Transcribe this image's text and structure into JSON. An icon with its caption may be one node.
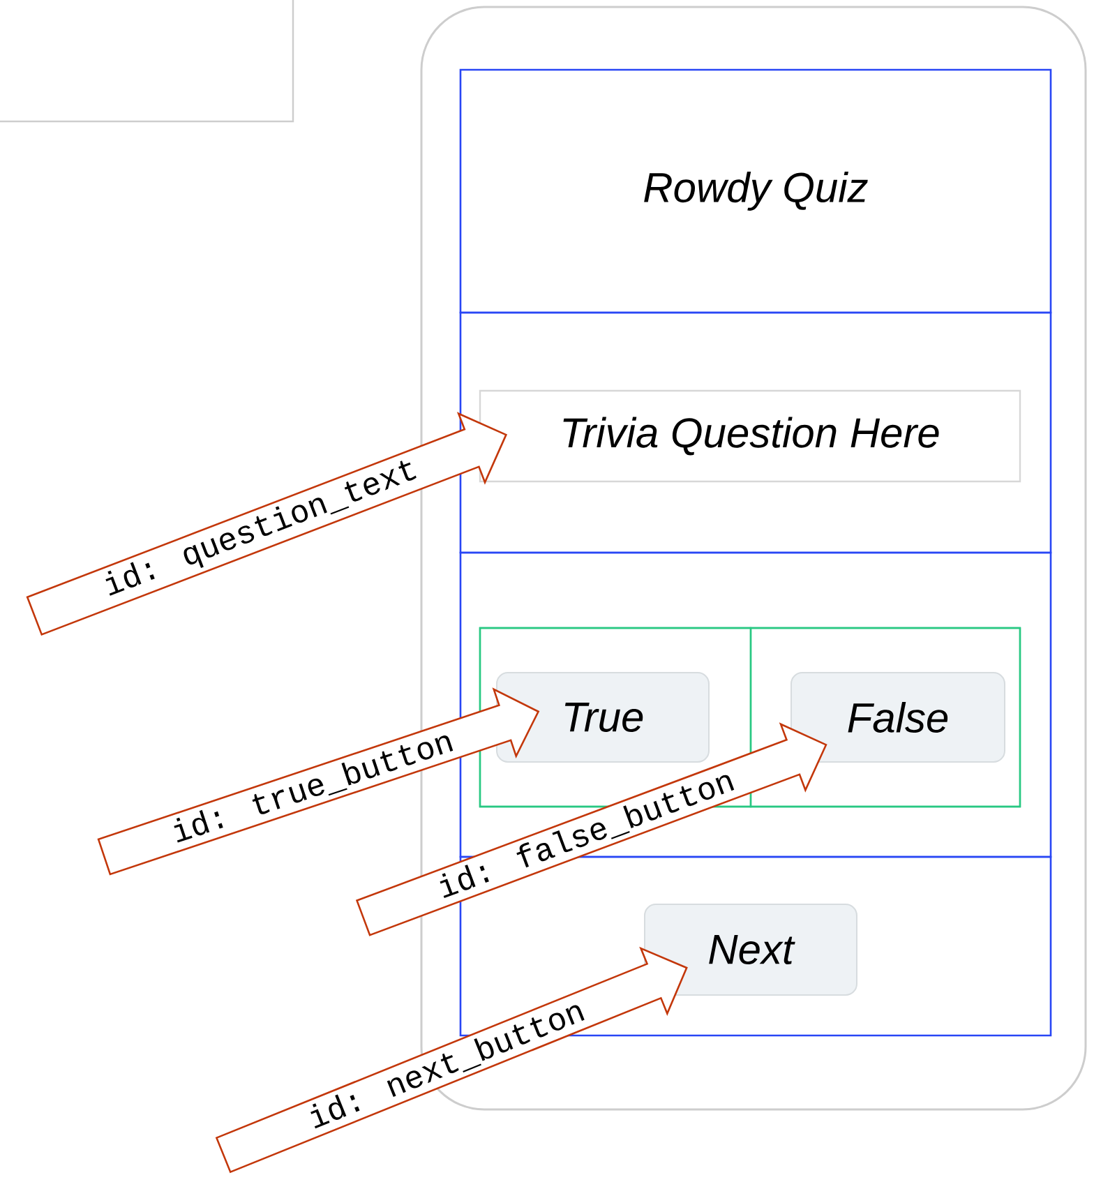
{
  "diagram": {
    "nodes": [
      {
        "text": [],
        "shape": "box"
      },
      {
        "text": [
          "Rowdy Quiz"
        ],
        "in": 0
      },
      {
        "text": [],
        "shape": "box",
        "in": 0
      },
      {
        "text": [
          "Trivia Question Here"
        ],
        "in": 2
      },
      {
        "text": [],
        "shape": "box",
        "in": 0
      },
      {
        "text": [],
        "shape": "box",
        "in": 4
      },
      {
        "text": [],
        "shape": "box",
        "in": 5
      },
      {
        "text": [],
        "shape": "box",
        "in": 5
      },
      {
        "text": [
          "True"
        ],
        "in": 6
      },
      {
        "text": [
          "False"
        ],
        "in": 7
      },
      {
        "text": [],
        "shape": "box",
        "in": 0
      },
      {
        "text": [
          "Next"
        ],
        "in": 10
      },
      {
        "text": [
          "id: question_text"
        ]
      },
      {
        "text": [
          "id: true_button"
        ]
      },
      {
        "text": [
          "id: false_button"
        ]
      },
      {
        "text": [
          "id: next_button"
        ]
      }
    ]
  }
}
